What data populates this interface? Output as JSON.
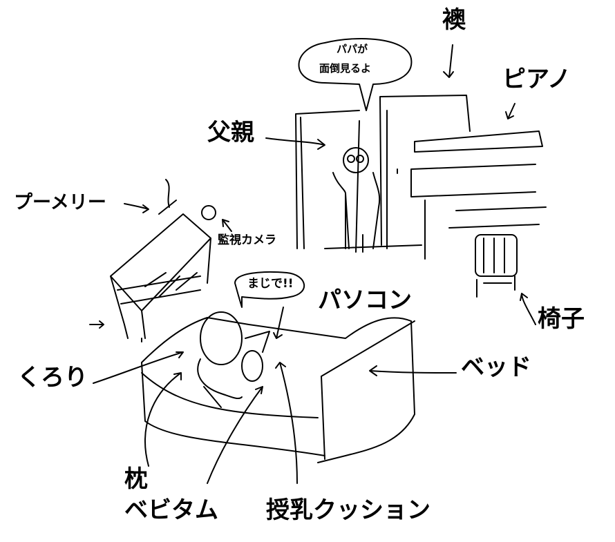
{
  "labels": {
    "fusuma": "襖",
    "papa_speech_line1": "パパが",
    "papa_speech_line2": "面倒見るよ",
    "piano": "ピアノ",
    "father": "父親",
    "mobile": "プーメリー",
    "camera": "監視カメラ",
    "majide": "まじで!!",
    "pc": "パソコン",
    "chair": "椅子",
    "bed": "ベッド",
    "kurori": "くろり",
    "pillow": "枕",
    "baby": "ベビタム",
    "nursing_cushion": "授乳クッション"
  }
}
